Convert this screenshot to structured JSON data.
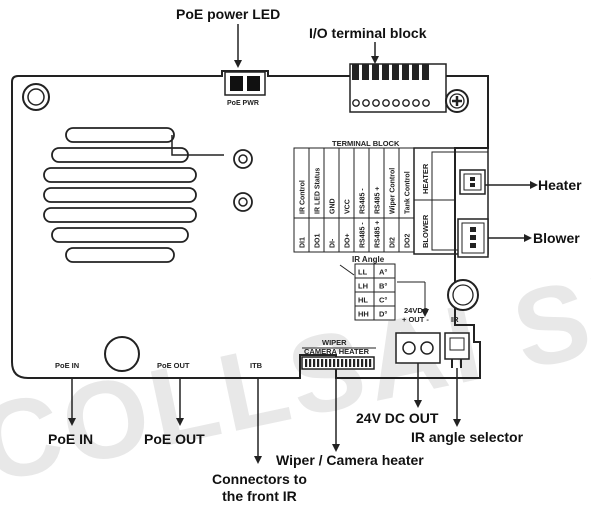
{
  "watermark": "COLLSAI SECURITY",
  "callouts": {
    "poe_power_led": "PoE power LED",
    "io_terminal_block": "I/O terminal block",
    "heater": "Heater",
    "blower": "Blower",
    "poe_in": "PoE IN",
    "poe_out": "PoE OUT",
    "dc_out": "24V DC OUT",
    "ir_angle_selector": "IR angle selector",
    "wiper_camera_heater": "Wiper / Camera heater",
    "connectors_front_ir": "Connectors to\nthe front IR"
  },
  "board_labels": {
    "poe_pwr": "PoE PWR",
    "terminal_block": "TERMINAL BLOCK",
    "heater": "HEATER",
    "blower": "BLOWER",
    "ir_angle": "IR Angle",
    "dc_24v": "24VDC",
    "out_pm": "+ OUT -",
    "ir": "IR",
    "poe_in": "PoE IN",
    "poe_out": "PoE OUT",
    "itb": "ITB",
    "wiper": "WIPER",
    "camera_heater": "CAMERA HEATER"
  },
  "terminal_table": {
    "functions": [
      "IR Control",
      "IR LED Status",
      "GND",
      "VCC",
      "RS485 -",
      "RS485 +",
      "Wiper Control",
      "Tank Control"
    ],
    "pins": [
      "DI1",
      "DO1",
      "DI-",
      "DO+",
      "RS485 -",
      "RS485 +",
      "DI2",
      "DO2"
    ]
  },
  "ir_angle_table": [
    [
      "LL",
      "A°"
    ],
    [
      "LH",
      "B°"
    ],
    [
      "HL",
      "C°"
    ],
    [
      "HH",
      "D°"
    ]
  ]
}
